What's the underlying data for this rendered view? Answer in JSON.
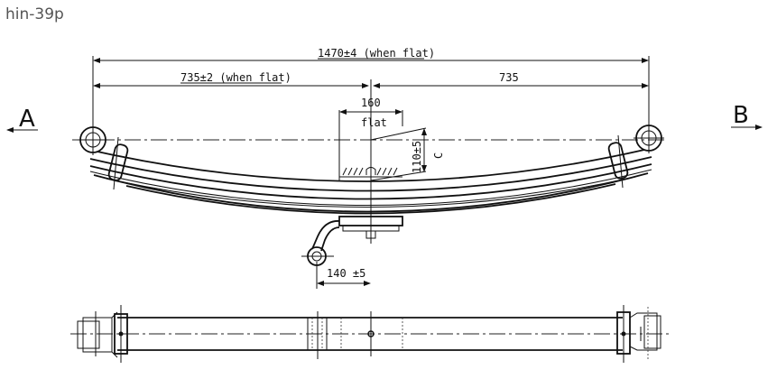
{
  "page": {
    "label": "hin-39p"
  },
  "drawing": {
    "title_subject": "leaf spring",
    "views": {
      "side_view": "elevation",
      "plan_view": "top"
    },
    "view_markers": {
      "left": "A",
      "right": "B"
    },
    "dimensions": {
      "overall_length": "1470±4 (when flat)",
      "left_half": "735±2 (when flat)",
      "right_half": "735",
      "seat_width": "160",
      "seat_note": "flat",
      "height": "110±5",
      "camber_label": "C",
      "helper_eye_offset": "140 ±5"
    },
    "colors": {
      "line": "#111111",
      "background": "#ffffff",
      "label": "#555555"
    }
  }
}
